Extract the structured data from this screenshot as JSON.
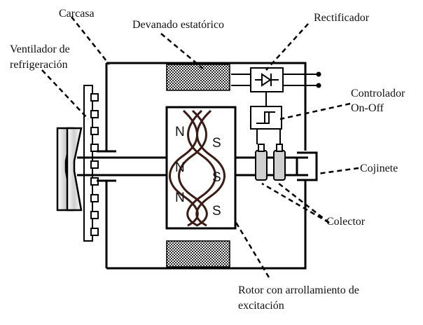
{
  "labels": {
    "carcasa": "Carcasa",
    "devanado": "Devanado estatórico",
    "rectificador": "Rectificador",
    "ventilador_line1": "Ventilador de",
    "ventilador_line2": "refrigeración",
    "controlador_line1": "Controlador",
    "controlador_line2": "On-Off",
    "cojinete": "Cojinete",
    "colector": "Colector",
    "rotor_line1": "Rotor con arrollamiento de",
    "rotor_line2": "excitación"
  },
  "poles": {
    "left": [
      "N",
      "N",
      "N"
    ],
    "right": [
      "S",
      "S",
      "S"
    ],
    "bottom": "S"
  },
  "colors": {
    "line": "#000000",
    "winding": "#3a1c14",
    "hatch": "#555555",
    "shading": "#d0d0d0"
  }
}
